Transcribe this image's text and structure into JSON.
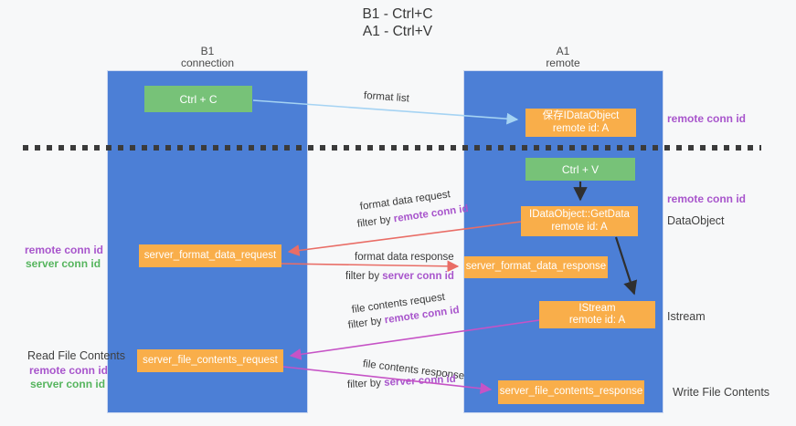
{
  "title": {
    "line1": "B1 - Ctrl+C",
    "line2": "A1 - Ctrl+V"
  },
  "columns": {
    "left": {
      "name": "B1",
      "role": "connection"
    },
    "right": {
      "name": "A1",
      "role": "remote"
    }
  },
  "boxes": {
    "ctrl_c": {
      "label": "Ctrl + C"
    },
    "ctrl_v": {
      "label": "Ctrl + V"
    },
    "save_dataobject": {
      "line1": "保存IDataObject",
      "line2": "remote id: A"
    },
    "getdata": {
      "line1": "IDataObject::GetData",
      "line2": "remote id: A"
    },
    "istream": {
      "line1": "IStream",
      "line2": "remote id: A"
    },
    "format_request": {
      "label": "server_format_data_request"
    },
    "format_response": {
      "label": "server_format_data_response"
    },
    "file_request": {
      "label": "server_file_contents_request"
    },
    "file_response": {
      "label": "server_file_contents_response"
    }
  },
  "side_labels": {
    "right_remote_conn_top": "remote conn id",
    "right_remote_conn_mid": "remote conn id",
    "dataobject": "DataObject",
    "istream": "Istream",
    "write_file_contents": "Write File Contents",
    "left_remote_conn_top": "remote conn id",
    "left_server_conn_top": "server conn id",
    "read_file_contents": "Read File Contents",
    "left_remote_conn_bottom": "remote conn id",
    "left_server_conn_bottom": "server conn id"
  },
  "arrow_labels": {
    "format_list": "format list",
    "format_request": "format data request",
    "format_request_filter_prefix": "filter by ",
    "format_request_filter_key": "remote conn id",
    "format_response": "format data response",
    "format_response_filter_prefix": "filter by ",
    "format_response_filter_key": "server conn id",
    "file_request": "file contents request",
    "file_request_filter_prefix": "filter by ",
    "file_request_filter_key": "remote conn id",
    "file_response": "file contents response",
    "file_response_filter_prefix": "filter by ",
    "file_response_filter_key": "server conn id"
  },
  "colors": {
    "panel_blue": "#4c7fd6",
    "box_green": "#77c278",
    "box_orange": "#f9ae4a",
    "arrow_red": "#e96d66",
    "arrow_magenta": "#c653c6",
    "arrow_light_blue": "#a5d3f3",
    "arrow_black": "#2f2f2f",
    "text_purple": "#a855cc",
    "text_green": "#56b55e"
  }
}
